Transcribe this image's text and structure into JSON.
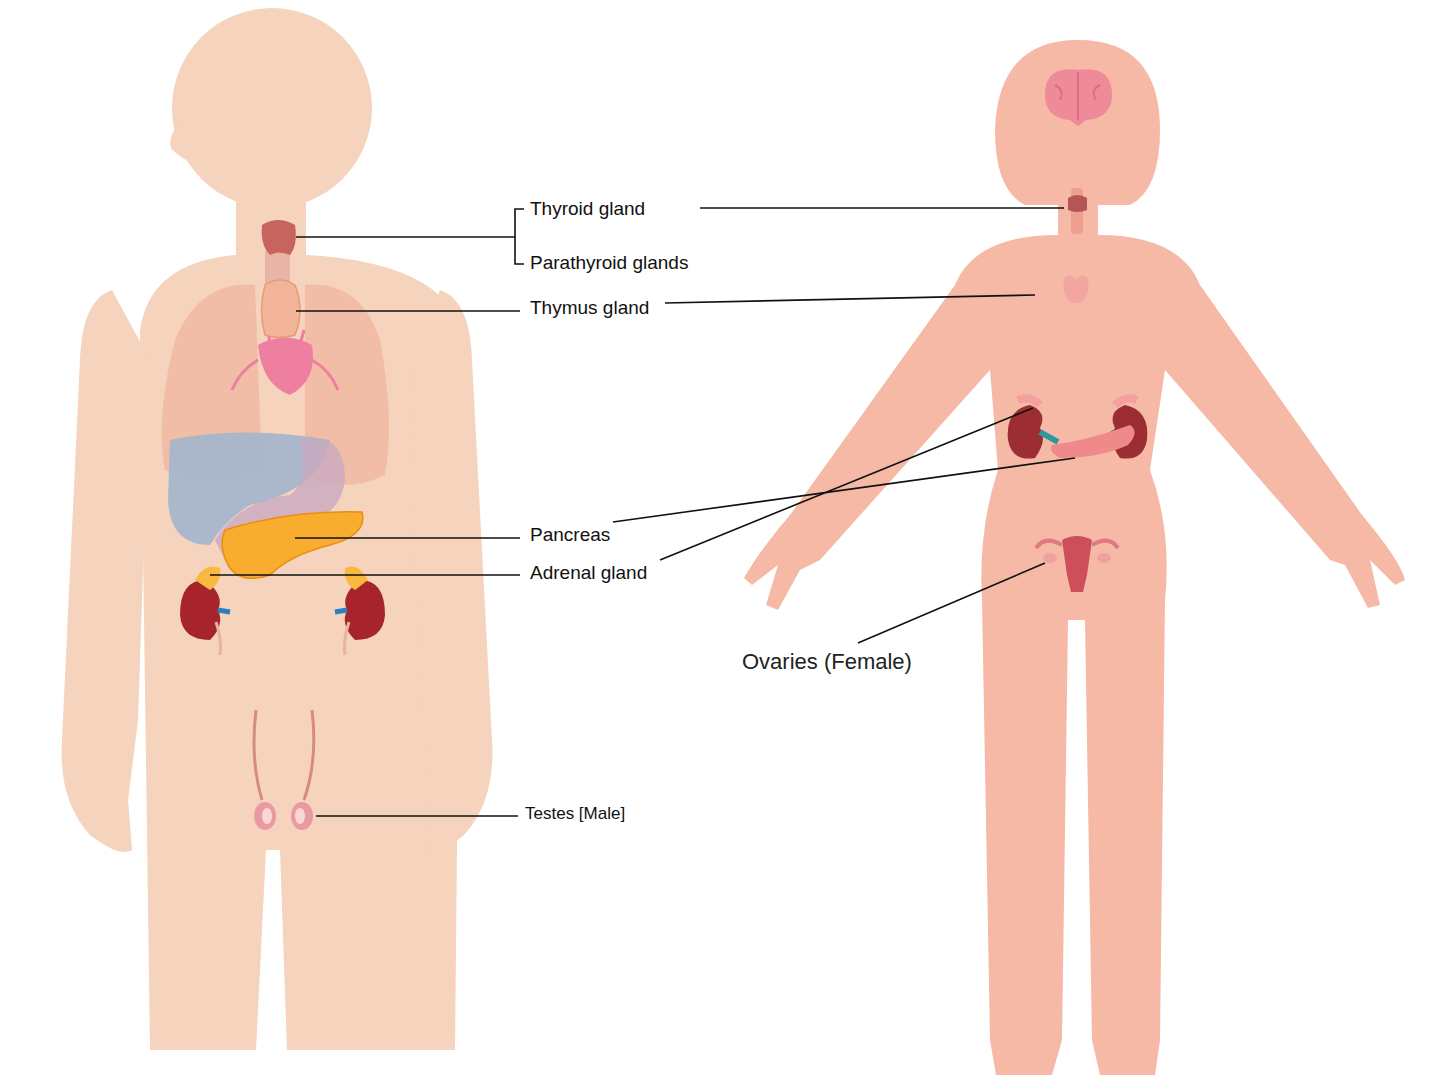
{
  "diagram": {
    "labels": [
      "Thyroid gland",
      "Parathyroid glands",
      "Thymus gland",
      "Pancreas",
      "Adrenal gland",
      "Ovaries (Female)",
      "Testes [Male]"
    ]
  }
}
